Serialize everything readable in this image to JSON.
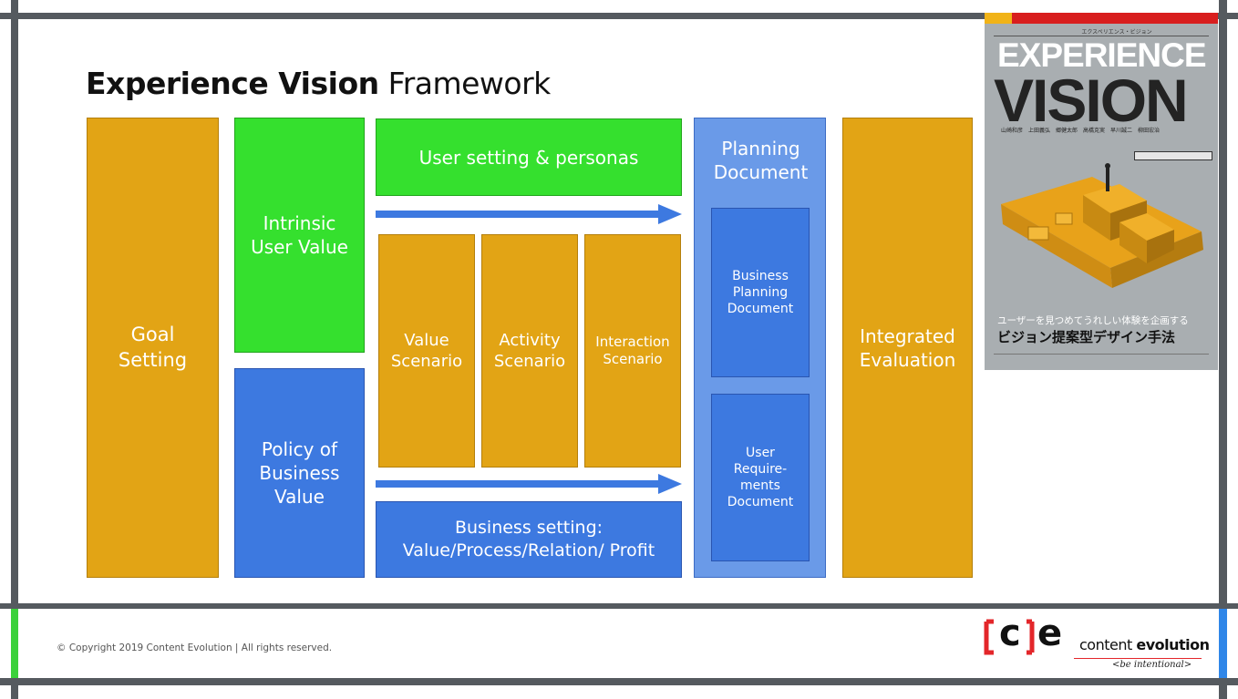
{
  "title": {
    "bold": "Experience Vision",
    "normal": " Framework"
  },
  "boxes": {
    "goal": "Goal\nSetting",
    "intrinsic": "Intrinsic\nUser Value",
    "policy": "Policy of\nBusiness\nValue",
    "user_setting": "User setting & personas",
    "value_scenario": "Value\nScenario",
    "activity_scenario": "Activity\nScenario",
    "interaction_scenario": "Interaction\nScenario",
    "business_setting": "Business setting:\nValue/Process/Relation/ Profit",
    "planning_doc": "Planning\nDocument",
    "business_planning_doc": "Business\nPlanning\nDocument",
    "user_requirements_doc": "User\nRequire-\nments\nDocument",
    "integrated": "Integrated\nEvaluation"
  },
  "book": {
    "small_title": "エクスペリエンス・ビジョン",
    "title_line1": "EXPERIENCE",
    "title_line2": "VISION",
    "authors": "山崎和彦　上田義弘　郷健太郎　高橋克実　早川誠二　柳田宏治",
    "tagline": "ユーザーを見つめてうれしい体験を企画する",
    "subtitle": "ビジョン提案型デザイン手法"
  },
  "footer": {
    "copyright": "© Copyright 2019 Content Evolution | All rights reserved.",
    "brand_name_1": "content ",
    "brand_name_2": "evolution",
    "brand_tagline": "<be intentional>",
    "logo_c": "c",
    "logo_e": "e"
  },
  "colors": {
    "orange": "#e2a415",
    "green": "#35e02e",
    "blue": "#3d79e0",
    "light_blue": "#6a9ae8",
    "frame": "#555a5f",
    "logo_red": "#e3262a"
  }
}
